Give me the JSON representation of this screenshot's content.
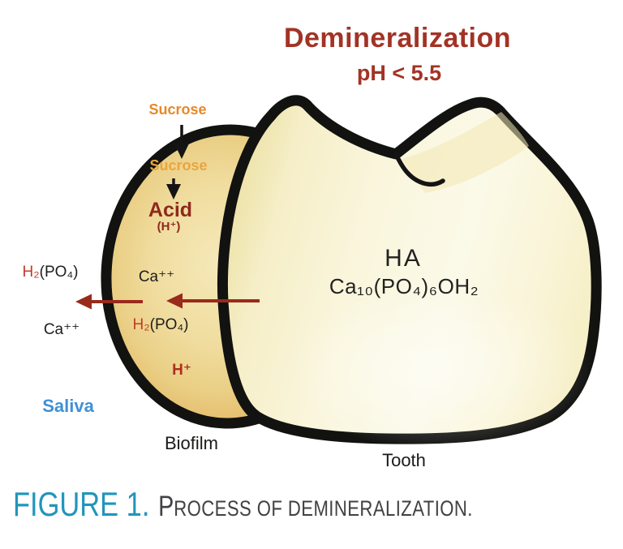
{
  "figure": {
    "title": "Demineralization",
    "subtitle": "pH < 5.5",
    "labels": {
      "sucrose_outer": "Sucrose",
      "sucrose_inner": "Sucrose",
      "acid": "Acid",
      "acid_ion": "(H⁺)",
      "ca_inner": "Ca⁺⁺",
      "phosphate_inner": {
        "h": "H₂",
        "rest": "(PO₄)"
      },
      "h_ion_inner": "H⁺",
      "phosphate_outer": {
        "h": "H₂",
        "rest": "(PO₄)"
      },
      "ca_outer": "Ca⁺⁺",
      "saliva": "Saliva",
      "biofilm": "Biofilm",
      "tooth": "Tooth",
      "ha": "HA",
      "ha_formula": "Ca₁₀(PO₄)₆OH₂"
    },
    "caption": {
      "tag": "FIGURE 1.",
      "lead": "P",
      "rest": "ROCESS OF DEMINERALIZATION."
    },
    "colors": {
      "title_red": "#a23325",
      "acid_red": "#8e2a1c",
      "arrow_red": "#992a1c",
      "ion_red": "#c23b28",
      "sucrose_orange": "#e5892a",
      "sucrose_gold": "#eaa53e",
      "saliva_blue": "#4190d5",
      "caption_teal": "#2095bc",
      "caption_gray": "#414144",
      "biofilm_fill": "#eccf8a",
      "tooth_fill": "#faf6dd",
      "outline_black": "#121210"
    }
  }
}
